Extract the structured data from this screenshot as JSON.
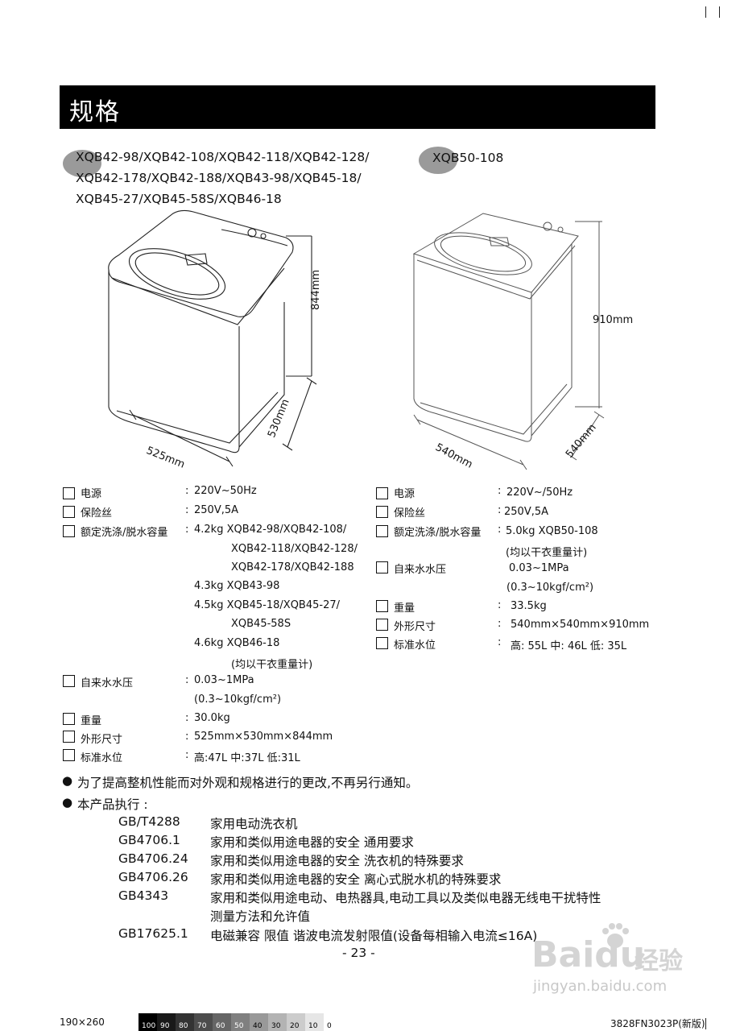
{
  "title": "规格",
  "left": {
    "models": [
      "XQB42-98/XQB42-108/XQB42-118/XQB42-128/",
      "XQB42-178/XQB42-188/XQB43-98/XQB45-18/",
      "XQB45-27/XQB45-58S/XQB46-18"
    ],
    "dims": {
      "height": "844mm",
      "depth": "530mm",
      "width": "525mm"
    },
    "specs": [
      {
        "label": "电源",
        "colon": ":",
        "lines": [
          "220V~50Hz"
        ]
      },
      {
        "label": "保险丝",
        "colon": ":",
        "lines": [
          "250V,5A"
        ]
      },
      {
        "label": "额定洗涤/脱水容量",
        "colon": ":",
        "lines": [
          "4.2kg  XQB42-98/XQB42-108/",
          "XQB42-118/XQB42-128/",
          "XQB42-178/XQB42-188",
          "4.3kg  XQB43-98",
          "4.5kg  XQB45-18/XQB45-27/",
          "XQB45-58S",
          "4.6kg  XQB46-18",
          "(均以干衣重量计)"
        ]
      },
      {
        "label": "自来水水压",
        "colon": ":",
        "lines": [
          "0.03~1MPa",
          "(0.3~10kgf/cm²)"
        ]
      },
      {
        "label": "重量",
        "colon": ":",
        "lines": [
          "30.0kg"
        ]
      },
      {
        "label": "外形尺寸",
        "colon": ":",
        "lines": [
          "525mm×530mm×844mm"
        ]
      },
      {
        "label": "标准水位",
        "colon": ":",
        "lines": [
          "高:47L    中:37L    低:31L"
        ]
      }
    ]
  },
  "right": {
    "model": "XQB50-108",
    "dims": {
      "height": "910mm",
      "depth": "540mm",
      "width": "540mm"
    },
    "specs": [
      {
        "label": "电源",
        "colon": ":",
        "lines": [
          "220V~/50Hz"
        ]
      },
      {
        "label": "保险丝",
        "colon": ":",
        "lines": [
          "250V,5A"
        ]
      },
      {
        "label": "额定洗涤/脱水容量",
        "colon": ":",
        "lines": [
          "5.0kg  XQB50-108",
          "(均以干衣重量计)"
        ]
      },
      {
        "label": "自来水水压",
        "colon": ":",
        "lines": [
          "0.03~1MPa",
          "(0.3~10kgf/cm²)"
        ]
      },
      {
        "label": "重量",
        "colon": ":",
        "lines": [
          "33.5kg"
        ]
      },
      {
        "label": "外形尺寸",
        "colon": ":",
        "lines": [
          "540mm×540mm×910mm"
        ]
      },
      {
        "label": "标准水位",
        "colon": ":",
        "lines": [
          "高: 55L    中: 46L    低: 35L"
        ]
      }
    ]
  },
  "notes": [
    "为了提高整机性能而对外观和规格进行的更改,不再另行通知。",
    "本产品执行 :"
  ],
  "standards": [
    {
      "code": "GB/T4288",
      "desc": "家用电动洗衣机"
    },
    {
      "code": "GB4706.1",
      "desc": "家用和类似用途电器的安全    通用要求"
    },
    {
      "code": "GB4706.24",
      "desc": "家用和类似用途电器的安全    洗衣机的特殊要求"
    },
    {
      "code": "GB4706.26",
      "desc": "家用和类似用途电器的安全    离心式脱水机的特殊要求"
    },
    {
      "code": "GB4343",
      "desc": "家用和类似用途电动、电热器具,电动工具以及类似电器无线电干扰特性"
    },
    {
      "code": "",
      "desc": "测量方法和允许值"
    },
    {
      "code": "GB17625.1",
      "desc": "电磁兼容    限值    谐波电流发射限值(设备每相输入电流≤16A)"
    }
  ],
  "page_number": "- 23 -",
  "footer": {
    "size": "190×260",
    "code": "3828FN3023P(新版)",
    "gray_scale": [
      "100",
      "90",
      "80",
      "70",
      "60",
      "50",
      "40",
      "30",
      "20",
      "10",
      "0"
    ]
  },
  "watermark": {
    "brand": "Baidu",
    "cn": "经验",
    "url": "jingyan.baidu.com"
  }
}
